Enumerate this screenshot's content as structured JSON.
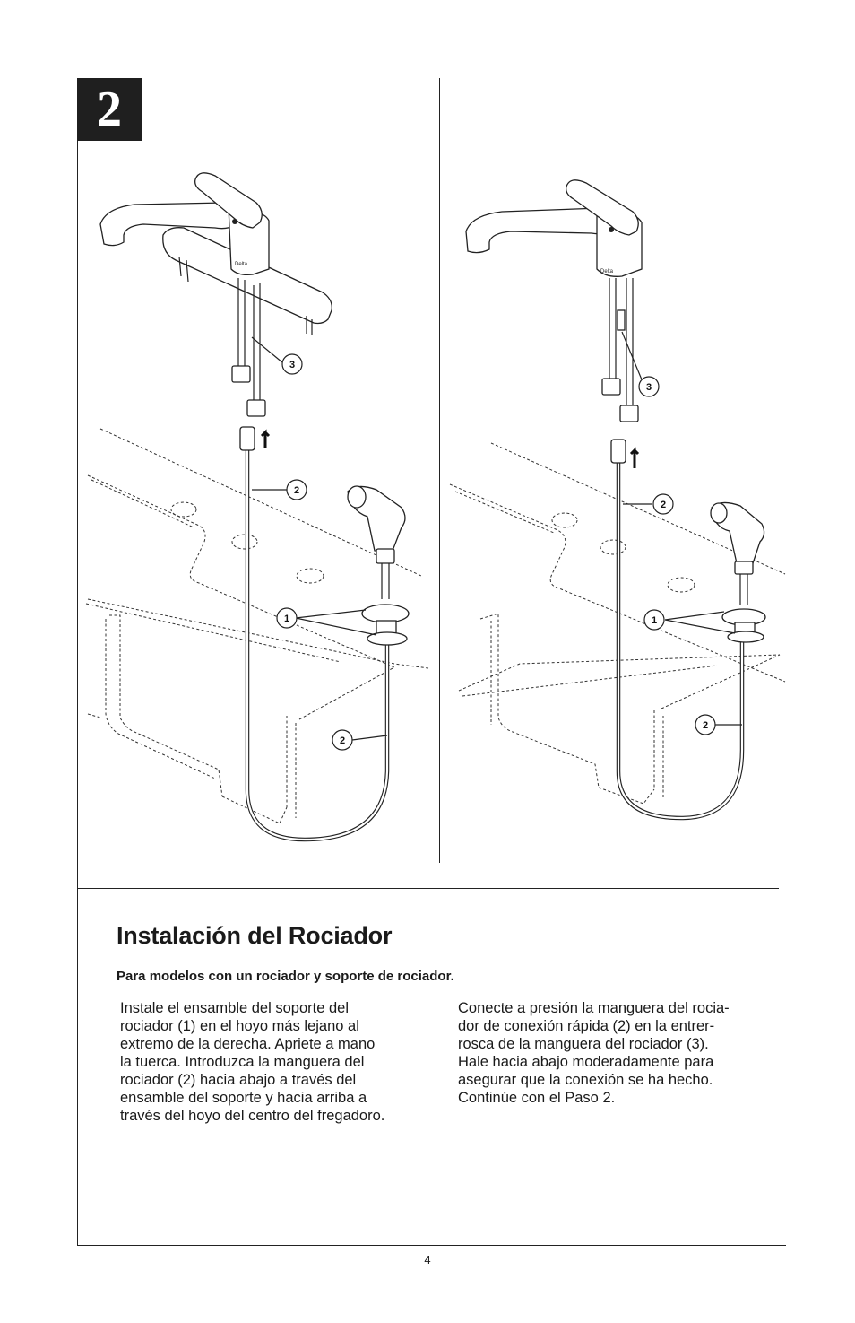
{
  "step_number": "2",
  "figure_left": {
    "callouts": [
      "3",
      "2",
      "1",
      "2"
    ],
    "brand_mark": "Delta"
  },
  "figure_right": {
    "callouts": [
      "3",
      "2",
      "1",
      "2"
    ],
    "brand_mark": "Delta"
  },
  "section": {
    "title": "Instalación del Rociador",
    "subtitle": "Para modelos con un rociador y soporte de  rociador.",
    "paragraph_left": "Instale el ensamble del soporte del\nrociador (1) en el hoyo más lejano al\nextremo de la derecha. Apriete a mano\nla tuerca. Introduzca la manguera del\nrociador (2) hacia abajo a través del\nensamble del soporte y hacia arriba a\ntravés del hoyo del centro del fregadoro.",
    "paragraph_right": "Conecte a presión la manguera del rocia-\ndor de conexión rápida (2) en la entrer-\nrosca de la manguera del rociador (3).\nHale hacia abajo moderadamente para\nasegurar que la conexión se ha hecho.\nContinúe con el Paso 2."
  },
  "page_number": "4"
}
